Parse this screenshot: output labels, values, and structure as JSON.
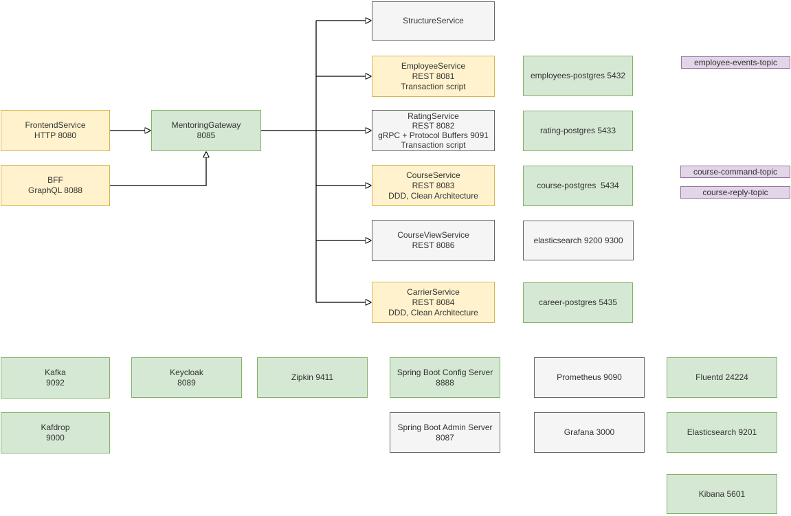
{
  "palette": {
    "yellow_fill": "#FFF2CC",
    "yellow_border": "#D6B656",
    "green_fill": "#D5E8D4",
    "green_border": "#82B366",
    "gray_fill": "#F5F5F5",
    "gray_border": "#666666",
    "purple_fill": "#E1D5E7",
    "purple_border": "#9673A6",
    "arrow_color": "#000000",
    "background": "#FFFFFF",
    "text_color": "#333333"
  },
  "nodes": {
    "frontend": {
      "lines": [
        "FrontendService",
        "HTTP 8080"
      ]
    },
    "bff": {
      "lines": [
        "BFF",
        "GraphQL 8088"
      ]
    },
    "gateway": {
      "lines": [
        "MentoringGateway",
        "8085"
      ]
    },
    "structure": {
      "lines": [
        "StructureService"
      ]
    },
    "employee": {
      "lines": [
        "EmployeeService",
        "REST 8081",
        "Transaction script"
      ]
    },
    "rating": {
      "lines": [
        "RatingService",
        "REST 8082",
        "gRPC + Protocol Buffers 9091",
        "Transaction script"
      ]
    },
    "course": {
      "lines": [
        "CourseService",
        "REST 8083",
        "DDD, Clean Architecture"
      ]
    },
    "courseview": {
      "lines": [
        "CourseViewService",
        "REST 8086"
      ]
    },
    "carrier": {
      "lines": [
        "CarrierService",
        "REST 8084",
        "DDD, Clean Architecture"
      ]
    },
    "employees_pg": {
      "lines": [
        "employees-postgres 5432"
      ]
    },
    "rating_pg": {
      "lines": [
        "rating-postgres 5433"
      ]
    },
    "course_pg": {
      "lines": [
        "course-postgres  5434"
      ]
    },
    "elasticsearch_db": {
      "lines": [
        "elasticsearch 9200 9300"
      ]
    },
    "career_pg": {
      "lines": [
        "career-postgres 5435"
      ]
    },
    "employee_events_topic": {
      "lines": [
        "employee-events-topic"
      ]
    },
    "course_command_topic": {
      "lines": [
        "course-command-topic"
      ]
    },
    "course_reply_topic": {
      "lines": [
        "course-reply-topic"
      ]
    },
    "kafka": {
      "lines": [
        "Kafka",
        "9092"
      ]
    },
    "kafdrop": {
      "lines": [
        "Kafdrop",
        "9000"
      ]
    },
    "keycloak": {
      "lines": [
        "Keycloak",
        "8089"
      ]
    },
    "zipkin": {
      "lines": [
        "Zipkin 9411"
      ]
    },
    "config_server": {
      "lines": [
        "Spring Boot Config Server",
        "8888"
      ]
    },
    "admin_server": {
      "lines": [
        "Spring Boot Admin Server",
        "8087"
      ]
    },
    "prometheus": {
      "lines": [
        "Prometheus 9090"
      ]
    },
    "grafana": {
      "lines": [
        "Grafana 3000"
      ]
    },
    "fluentd": {
      "lines": [
        "Fluentd 24224"
      ]
    },
    "elasticsearch_svc": {
      "lines": [
        "Elasticsearch 9201"
      ]
    },
    "kibana": {
      "lines": [
        "Kibana 5601"
      ]
    }
  },
  "edges": [
    {
      "from": "FrontendService",
      "to": "MentoringGateway"
    },
    {
      "from": "BFF",
      "to": "MentoringGateway"
    },
    {
      "from": "MentoringGateway",
      "to": "StructureService"
    },
    {
      "from": "MentoringGateway",
      "to": "EmployeeService"
    },
    {
      "from": "MentoringGateway",
      "to": "RatingService"
    },
    {
      "from": "MentoringGateway",
      "to": "CourseService"
    },
    {
      "from": "MentoringGateway",
      "to": "CourseViewService"
    },
    {
      "from": "MentoringGateway",
      "to": "CarrierService"
    }
  ]
}
